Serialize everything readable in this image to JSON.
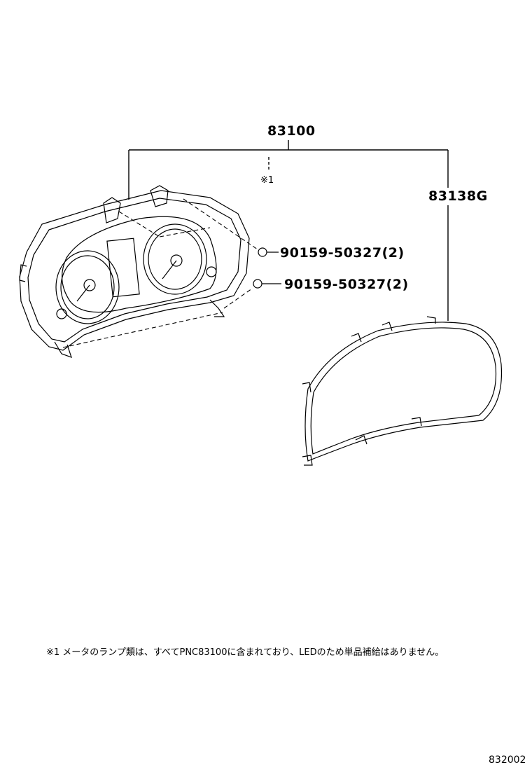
{
  "diagram": {
    "parts": {
      "meter_assy": "83100",
      "lamp_note_ref": "※1",
      "cover": "83138G",
      "screw_upper": "90159-50327(2)",
      "screw_lower": "90159-50327(2)"
    },
    "footnote": "※1 メータのランプ類は、すべてPNC83100に含まれており、LEDのため単品補給はありません。",
    "illustration_id": "832002"
  }
}
